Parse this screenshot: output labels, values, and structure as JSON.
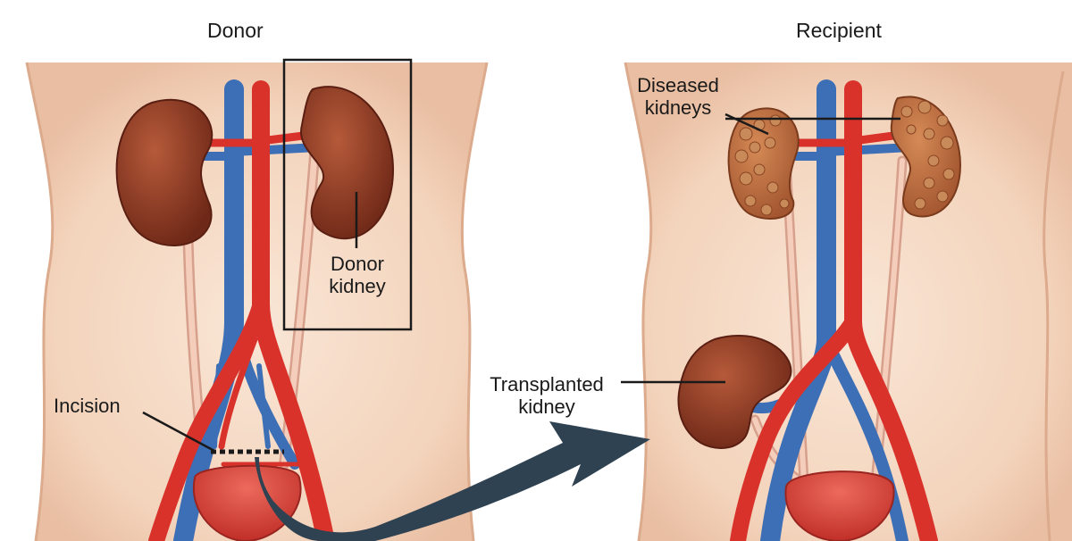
{
  "panels": {
    "donor": {
      "title": "Donor"
    },
    "recipient": {
      "title": "Recipient"
    }
  },
  "labels": {
    "donor_kidney_line1": "Donor",
    "donor_kidney_line2": "kidney",
    "incision": "Incision",
    "diseased_line1": "Diseased",
    "diseased_line2": "kidneys",
    "transplanted_line1": "Transplanted",
    "transplanted_line2": "kidney"
  },
  "colors": {
    "skin": "#f6dcc6",
    "skin_edge": "#e4b89c",
    "artery": "#d8322b",
    "vein": "#3d6fb6",
    "kidney": "#8a3a24",
    "diseased_kidney": "#b8693c",
    "bladder": "#d9443a",
    "ureter": "#f2c4b0",
    "arrow": "#2f4252"
  }
}
